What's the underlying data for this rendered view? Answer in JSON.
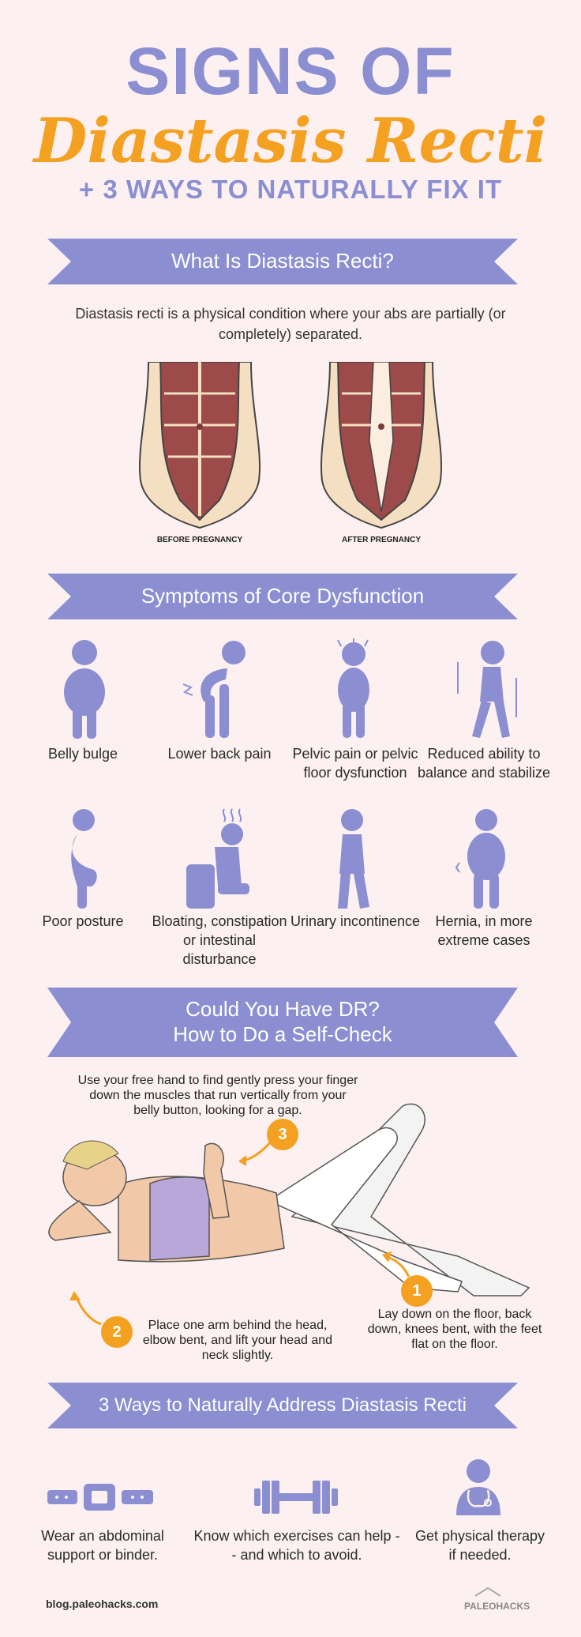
{
  "header": {
    "line1": "SIGNS OF",
    "line2": "Diastasis Recti",
    "line3": "+ 3 WAYS TO NATURALLY FIX IT"
  },
  "what": {
    "banner": "What Is Diastasis Recti?",
    "description": "Diastasis recti is a physical condition where your abs are partially (or completely) separated.",
    "before_label": "BEFORE PREGNANCY",
    "after_label": "AFTER PREGNANCY"
  },
  "symptoms": {
    "banner": "Symptoms of Core Dysfunction",
    "items": [
      {
        "label": "Belly bulge",
        "icon": "belly-bulge-icon"
      },
      {
        "label": "Lower back pain",
        "icon": "lower-back-pain-icon"
      },
      {
        "label": "Pelvic pain or pelvic floor dysfunction",
        "icon": "pelvic-pain-icon"
      },
      {
        "label": "Reduced ability to balance and stabilize",
        "icon": "balance-icon"
      },
      {
        "label": "Poor posture",
        "icon": "poor-posture-icon"
      },
      {
        "label": "Bloating, constipation or intestinal disturbance",
        "icon": "bloating-icon"
      },
      {
        "label": "Urinary incontinence",
        "icon": "urinary-incontinence-icon"
      },
      {
        "label": "Hernia, in more extreme cases",
        "icon": "hernia-icon"
      }
    ]
  },
  "selfcheck": {
    "banner_line1": "Could You Have DR?",
    "banner_line2": "How to Do a Self-Check",
    "step3": "Use your free hand to find gently press your finger down the muscles that run vertically from your belly button, looking for a gap.",
    "step2": "Place one arm behind the head, elbow bent, and lift your head and neck slightly.",
    "step1": "Lay down on the floor, back down, knees bent, with the feet flat on the floor.",
    "badge1": "1",
    "badge2": "2",
    "badge3": "3"
  },
  "ways": {
    "banner": "3 Ways to Naturally Address Diastasis Recti",
    "items": [
      {
        "label": "Wear an abdominal support or binder.",
        "icon": "belt-icon"
      },
      {
        "label": "Know which exercises can help -- and which to avoid.",
        "icon": "dumbbell-icon"
      },
      {
        "label": "Get physical therapy if needed.",
        "icon": "doctor-icon"
      }
    ]
  },
  "footer": {
    "site": "blog.paleohacks.com",
    "brand": "PALEOHACKS"
  },
  "colors": {
    "accent": "#8b8fd1",
    "orange": "#f4a021",
    "background": "#fcf0f1"
  }
}
